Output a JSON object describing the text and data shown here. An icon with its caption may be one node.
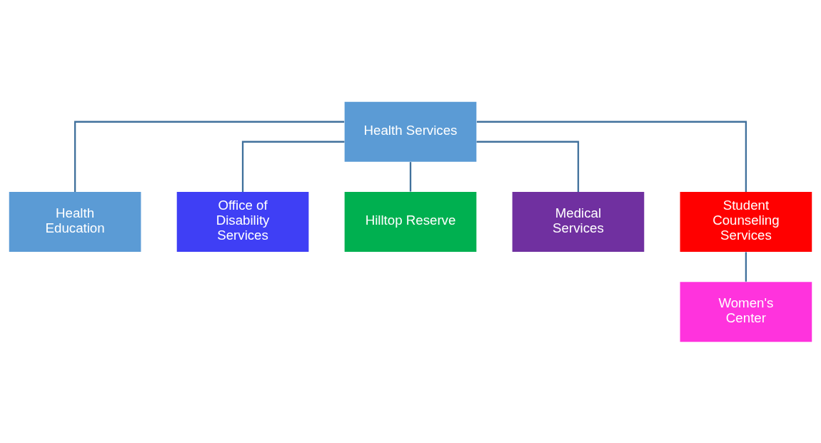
{
  "diagram": {
    "nodes": [
      {
        "text": [
          "Health Services"
        ]
      },
      {
        "text": [
          "Health Education"
        ]
      },
      {
        "text": [
          "Office of Disability Services"
        ]
      },
      {
        "text": [
          "Hilltop Reserve"
        ]
      },
      {
        "text": [
          "Medical Services"
        ]
      },
      {
        "text": [
          "Student Counseling Services"
        ]
      },
      {
        "text": [
          "Women's Center"
        ]
      }
    ],
    "edges": [
      {
        "from": 0,
        "to": 1,
        "arrow": "none"
      },
      {
        "from": 0,
        "to": 2,
        "arrow": "none"
      },
      {
        "from": 0,
        "to": 3,
        "arrow": "none"
      },
      {
        "from": 0,
        "to": 4,
        "arrow": "none"
      },
      {
        "from": 0,
        "to": 5,
        "arrow": "none"
      },
      {
        "from": 5,
        "to": 6,
        "arrow": "none"
      }
    ]
  }
}
